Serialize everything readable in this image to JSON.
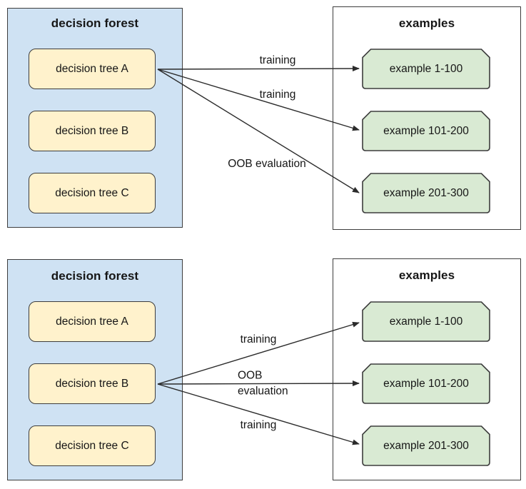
{
  "colors": {
    "forest_fill": "#cfe2f3",
    "tree_fill": "#fff2cc",
    "example_fill": "#d9ead3",
    "stroke": "#3d3d3d",
    "arrow": "#2b2b2b",
    "text": "#161616",
    "background": "#ffffff"
  },
  "panels": [
    {
      "forest": {
        "title": "decision forest",
        "trees": [
          "decision tree A",
          "decision tree B",
          "decision tree C"
        ]
      },
      "examples": {
        "title": "examples",
        "items": [
          "example 1-100",
          "example 101-200",
          "example 201-300"
        ]
      },
      "arrow_source": "decision tree A",
      "arrows": [
        {
          "target": "example 1-100",
          "label": "training"
        },
        {
          "target": "example 101-200",
          "label": "training"
        },
        {
          "target": "example 201-300",
          "label": "OOB evaluation"
        }
      ]
    },
    {
      "forest": {
        "title": "decision forest",
        "trees": [
          "decision tree A",
          "decision tree B",
          "decision tree C"
        ]
      },
      "examples": {
        "title": "examples",
        "items": [
          "example 1-100",
          "example 101-200",
          "example 201-300"
        ]
      },
      "arrow_source": "decision tree B",
      "arrows": [
        {
          "target": "example 1-100",
          "label": "training"
        },
        {
          "target": "example 101-200",
          "label": "OOB evaluation"
        },
        {
          "target": "example 201-300",
          "label": "training"
        }
      ]
    }
  ]
}
